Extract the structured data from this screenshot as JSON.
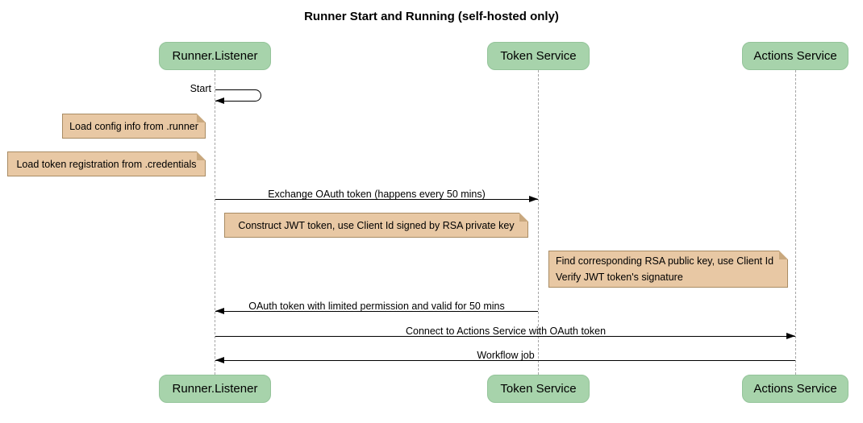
{
  "diagram": {
    "title": "Runner Start and Running (self-hosted only)",
    "participants": [
      {
        "name": "Runner.Listener"
      },
      {
        "name": "Token Service"
      },
      {
        "name": "Actions Service"
      }
    ],
    "messages": {
      "start": "Start",
      "exchange_oauth": "Exchange OAuth token (happens every 50 mins)",
      "oauth_return": "OAuth token with limited permission and valid for 50 mins",
      "connect_actions": "Connect to Actions Service with OAuth token",
      "workflow_job": "Workflow job"
    },
    "notes": {
      "load_config": "Load config info from .runner",
      "load_token_registration": "Load token registration from .credentials",
      "construct_jwt": "Construct JWT token, use Client Id signed by RSA private key",
      "find_rsa_line1": "Find corresponding RSA public key, use Client Id",
      "find_rsa_line2": "Verify JWT token's signature"
    },
    "colors": {
      "participant_fill": "#a7d3ab",
      "note_fill": "#e8c8a4",
      "note_border": "#a98c64",
      "lifeline": "#a6a6a6",
      "arrow": "#000000",
      "background": "#ffffff"
    }
  }
}
